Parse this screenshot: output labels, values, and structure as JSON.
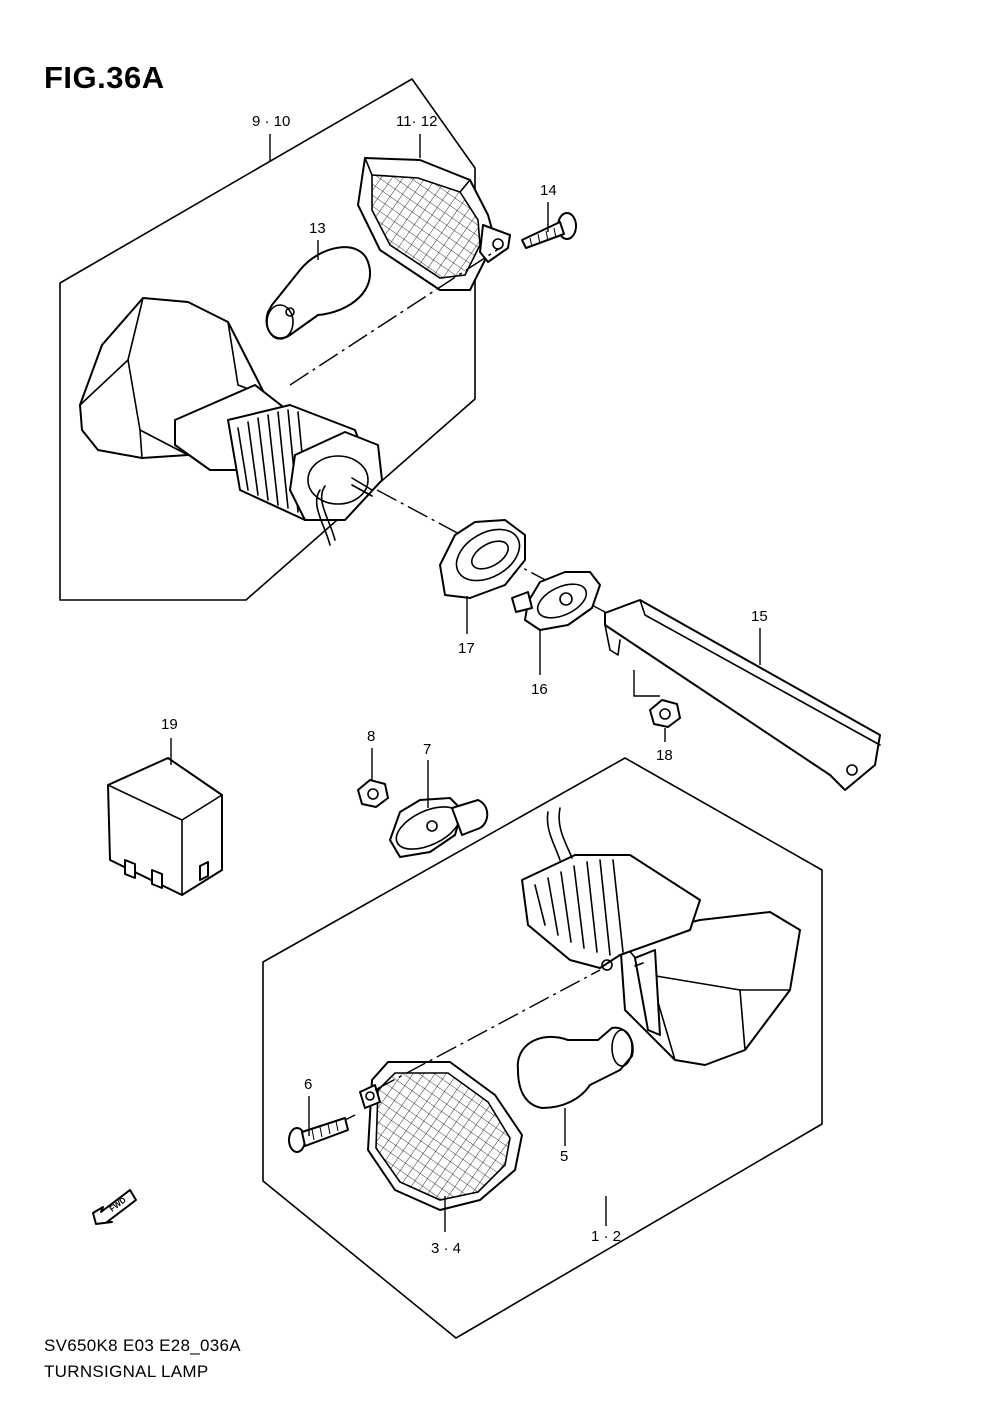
{
  "figure": {
    "title": "FIG.36A"
  },
  "callouts": {
    "c_9_10": "9 · 10",
    "c_11_12": "11· 12",
    "c_13": "13",
    "c_14": "14",
    "c_15": "15",
    "c_16": "16",
    "c_17": "17",
    "c_18": "18",
    "c_19": "19",
    "c_8": "8",
    "c_7": "7",
    "c_6": "6",
    "c_5": "5",
    "c_3_4": "3 · 4",
    "c_1_2": "1 · 2"
  },
  "fwd_label": "FWD",
  "footer": {
    "code": "SV650K8 E03 E28_036A",
    "name": "TURNSIGNAL LAMP"
  },
  "icons": [
    "fwd-arrow-icon"
  ]
}
